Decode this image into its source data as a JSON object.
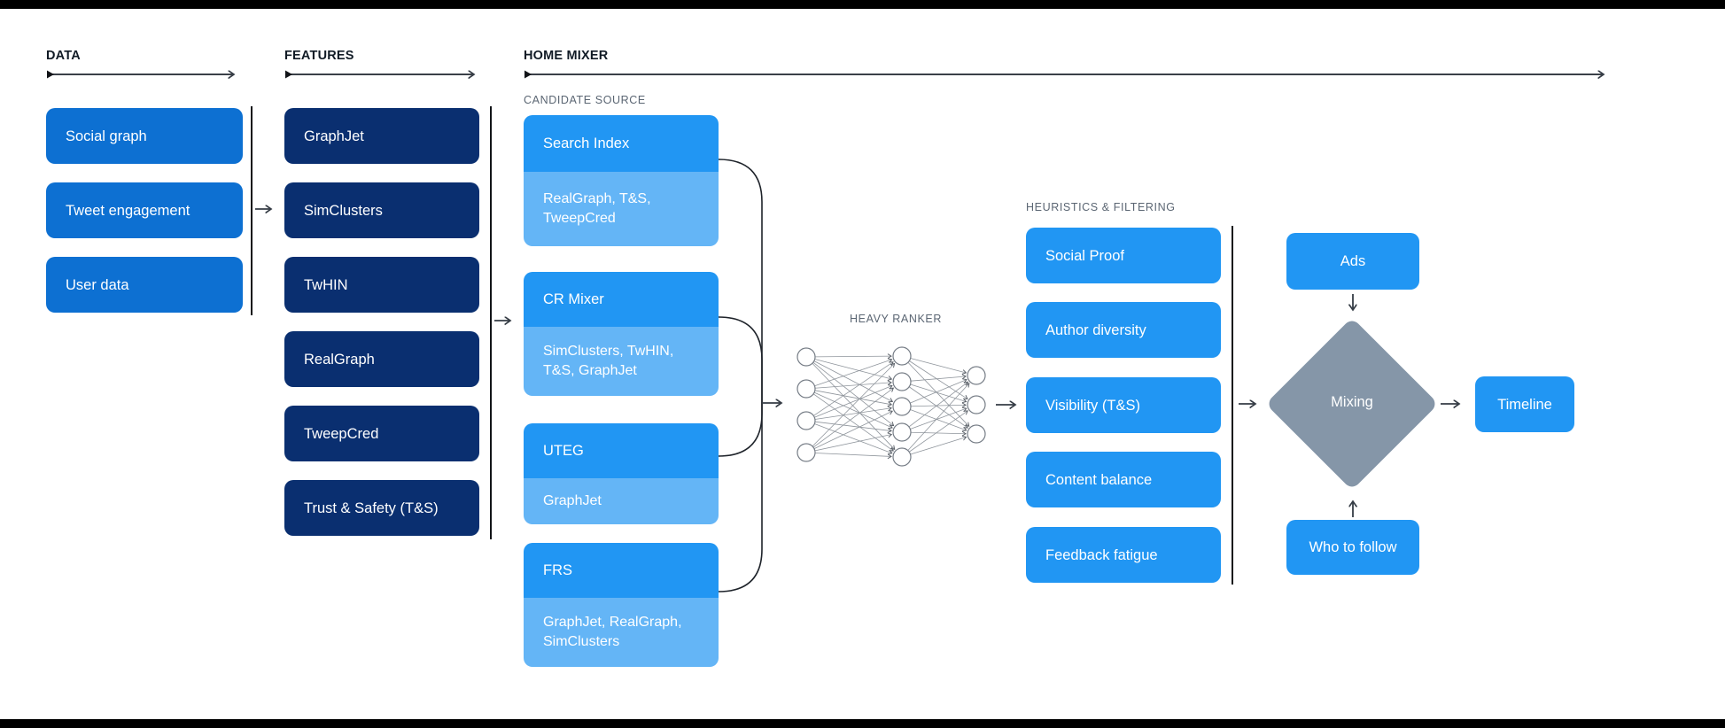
{
  "sections": {
    "data": {
      "label": "DATA"
    },
    "features": {
      "label": "FEATURES"
    },
    "home_mixer": {
      "label": "HOME MIXER"
    }
  },
  "labels": {
    "candidate_source": "CANDIDATE SOURCE",
    "heavy_ranker": "HEAVY RANKER",
    "heuristics_filtering": "HEURISTICS & FILTERING"
  },
  "data_column": {
    "boxes": [
      {
        "label": "Social graph"
      },
      {
        "label": "Tweet engagement"
      },
      {
        "label": "User data"
      }
    ]
  },
  "features_column": {
    "boxes": [
      {
        "label": "GraphJet"
      },
      {
        "label": "SimClusters"
      },
      {
        "label": "TwHIN"
      },
      {
        "label": "RealGraph"
      },
      {
        "label": "TweepCred"
      },
      {
        "label": "Trust & Safety (T&S)"
      }
    ]
  },
  "candidate_sources": [
    {
      "name": "Search Index",
      "inputs": "RealGraph, T&S, TweepCred"
    },
    {
      "name": "CR Mixer",
      "inputs": "SimClusters, TwHIN, T&S, GraphJet"
    },
    {
      "name": "UTEG",
      "inputs": "GraphJet"
    },
    {
      "name": "FRS",
      "inputs": "GraphJet, RealGraph, SimClusters"
    }
  ],
  "heuristics": [
    {
      "label": "Social Proof"
    },
    {
      "label": "Author diversity"
    },
    {
      "label": "Visibility (T&S)"
    },
    {
      "label": "Content balance"
    },
    {
      "label": "Feedback fatigue"
    }
  ],
  "mixing_stage": {
    "ads": "Ads",
    "mixing": "Mixing",
    "who_to_follow": "Who to follow",
    "timeline": "Timeline"
  },
  "colors": {
    "box_blue": "#0d70d2",
    "box_navy": "#0a2f70",
    "box_bright_blue": "#2196f3",
    "box_light_blue": "#64b5f6",
    "diamond_gray": "#8596a8",
    "text_on_box": "#ffffff",
    "header_text": "#111b26",
    "label_text": "#5b6673",
    "line_color": "#353c45",
    "divider_color": "#121418",
    "nn_edge_color": "#8f959c",
    "nn_node_stroke": "#767d86"
  }
}
